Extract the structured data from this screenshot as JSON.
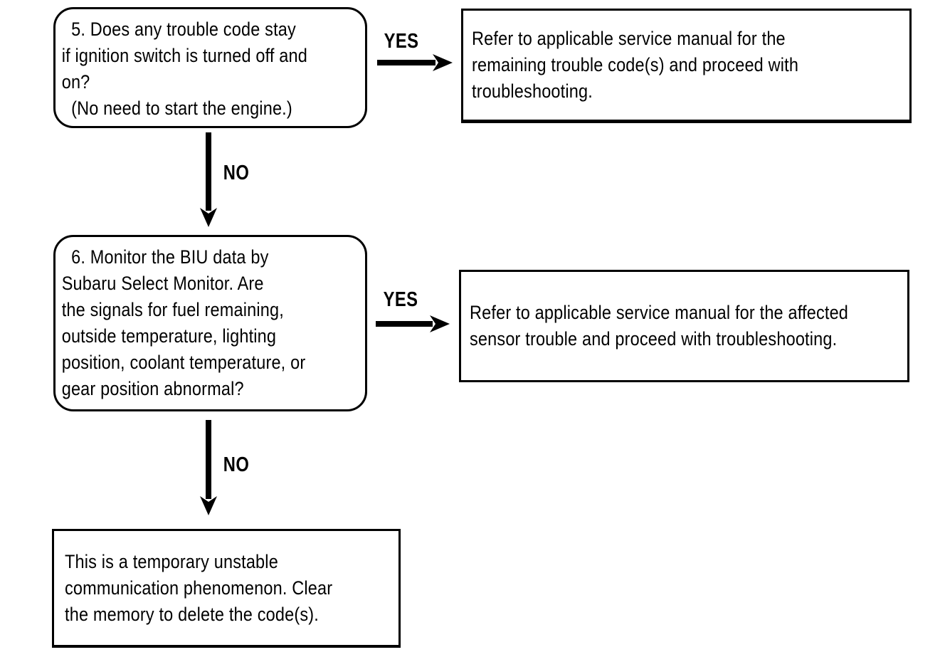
{
  "flowchart": {
    "colors": {
      "line": "#000000",
      "background": "#ffffff",
      "text": "#000000"
    },
    "step5": {
      "text": "  5. Does any trouble code stay\nif ignition switch is turned off and\non?\n  (No need to start the engine.)"
    },
    "step5_yes_label": "YES",
    "step5_no_label": "NO",
    "step5_yes_result": {
      "text": "Refer to applicable service manual for the\nremaining trouble code(s) and proceed with\ntroubleshooting."
    },
    "step6": {
      "text": "  6. Monitor the BIU data by\nSubaru Select Monitor. Are\nthe signals for fuel remaining,\noutside temperature, lighting\nposition, coolant temperature, or\ngear position abnormal?"
    },
    "step6_yes_label": "YES",
    "step6_no_label": "NO",
    "step6_yes_result": {
      "text": "Refer to applicable service manual for the affected\nsensor trouble and proceed with troubleshooting."
    },
    "step6_no_result": {
      "text": "This is a temporary unstable\ncommunication phenomenon. Clear\nthe memory to delete the code(s)."
    }
  }
}
